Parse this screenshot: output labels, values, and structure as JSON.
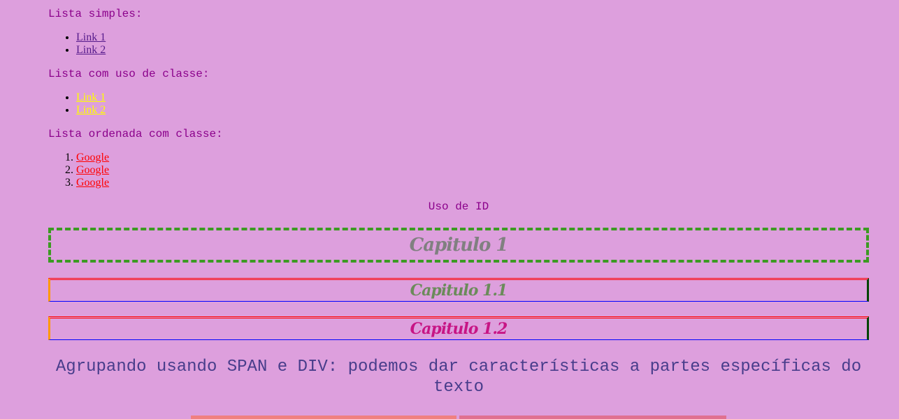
{
  "sections": {
    "simple_label": "Lista simples:",
    "simple_links": [
      "Link 1",
      "Link 2"
    ],
    "class_label": "Lista com uso de classe:",
    "class_links": [
      "Link 1",
      "Link 2"
    ],
    "ordered_label": "Lista ordenada com classe:",
    "ordered_links": [
      "Google",
      "Google",
      "Google"
    ]
  },
  "id_usage": "Uso de ID",
  "chapters": {
    "cap1": "Capitulo 1",
    "cap11": "Capitulo 1.1",
    "cap12": "Capitulo 1.2"
  },
  "grouping_text": "Agrupando usando SPAN e DIV: podemos dar características a partes específicas do texto",
  "colors": {
    "background": "#dd9fdd",
    "label": "#8b008b",
    "cap1_border": "#3c9a22",
    "strip_left": "#f08080",
    "strip_right": "#e07090"
  }
}
